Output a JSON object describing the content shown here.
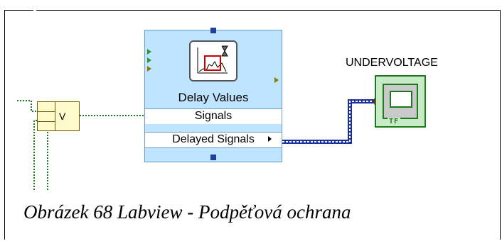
{
  "top_fragment": "...",
  "bundle": {
    "label": "V"
  },
  "express_vi": {
    "title": "Delay Values",
    "input_terminal": "Signals",
    "output_terminal": "Delayed Signals",
    "icon": "delay-values-icon"
  },
  "indicator": {
    "label": "UNDERVOLTAGE",
    "type_badge": "TF"
  },
  "caption": "Obrázek 68 Labview - Podpěťová ochrana",
  "colors": {
    "express_bg": "#bfe4ff",
    "boolean_wire": "#1c7a1c",
    "dynamic_wire": "#1a2fa0",
    "bundle_bg": "#fffbcc"
  }
}
